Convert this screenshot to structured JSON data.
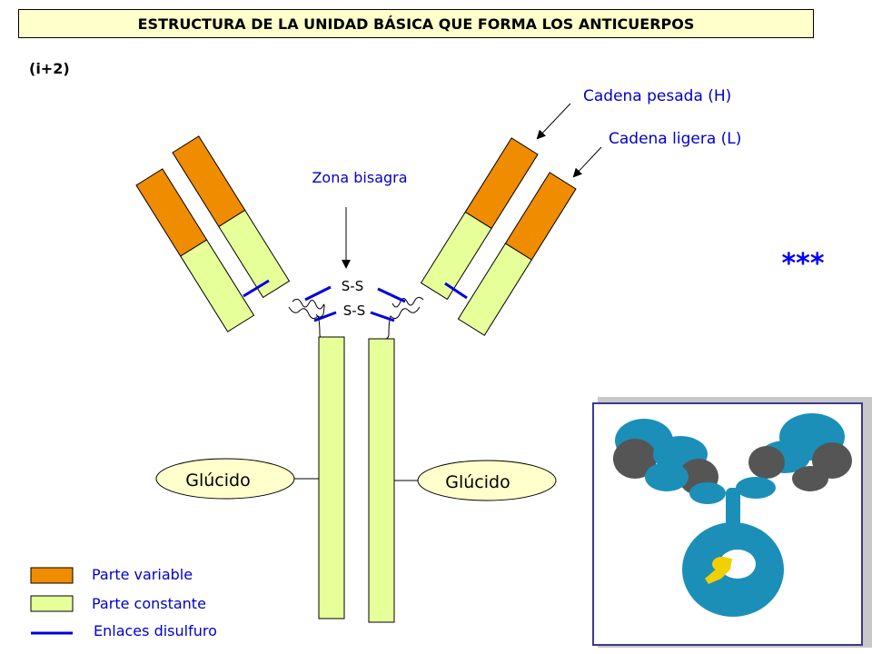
{
  "title": "ESTRUCTURA DE LA UNIDAD BÁSICA QUE FORMA LOS ANTICUERPOS",
  "code": "(i+2)",
  "labels": {
    "heavy_chain": "Cadena pesada (H)",
    "light_chain": "Cadena ligera (L)",
    "hinge": "Zona bisagra",
    "ss_top": "S-S",
    "ss_bottom": "S-S",
    "glycan_left": "Glúcido",
    "glycan_right": "Glúcido",
    "stars": "***"
  },
  "legend": [
    {
      "label": "Parte variable",
      "color": "#f08c00"
    },
    {
      "label": "Parte constante",
      "color": "#e6ff99"
    },
    {
      "label": "Enlaces disulfuro",
      "color": "#0000dd"
    }
  ],
  "colors": {
    "variable": "#f08c00",
    "constant": "#e6ff99",
    "disulfide": "#0000dd",
    "label_text": "#0000cc",
    "title_bg": "#ffffcc",
    "model_blue": "#1b8fb8",
    "model_gray": "#555555",
    "model_yellow": "#f0d000"
  }
}
